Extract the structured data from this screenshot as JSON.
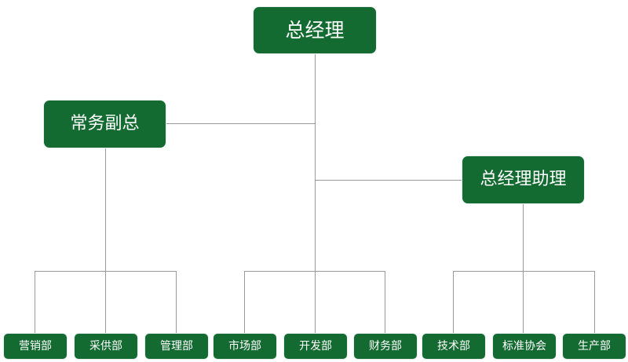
{
  "chart": {
    "type": "org-chart",
    "title": "",
    "theme": {
      "node_fill": "#146b32",
      "node_text": "#ffffff",
      "node_border": "#e9eff0",
      "connector": "#9a9a9a",
      "background": "#ffffff"
    },
    "nodes": {
      "root": {
        "label": "总经理",
        "level": 1
      },
      "deputy": {
        "label": "常务副总",
        "level": 2
      },
      "assistant": {
        "label": "总经理助理",
        "level": 2
      },
      "departments": [
        {
          "label": "营销部",
          "parent": "常务副总"
        },
        {
          "label": "采供部",
          "parent": "常务副总"
        },
        {
          "label": "管理部",
          "parent": "常务副总"
        },
        {
          "label": "市场部",
          "parent": "总经理"
        },
        {
          "label": "开发部",
          "parent": "总经理"
        },
        {
          "label": "财务部",
          "parent": "总经理"
        },
        {
          "label": "技术部",
          "parent": "总经理助理"
        },
        {
          "label": "标准协会",
          "parent": "总经理助理"
        },
        {
          "label": "生产部",
          "parent": "总经理助理"
        }
      ]
    }
  }
}
